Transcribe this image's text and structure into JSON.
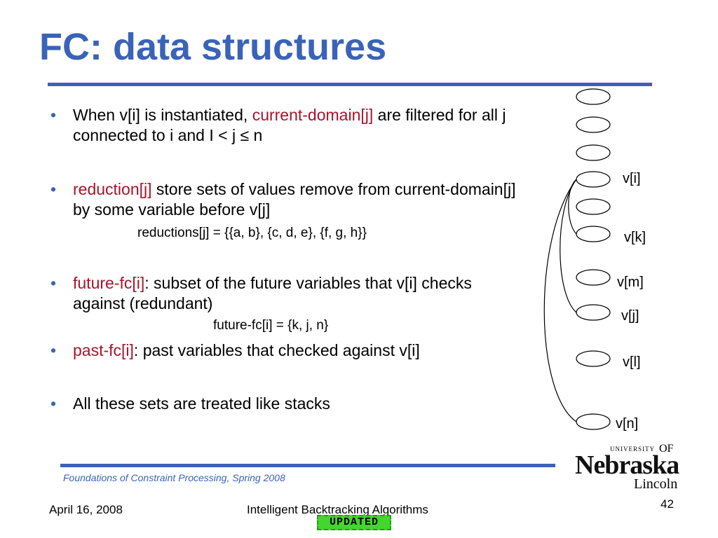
{
  "slide": {
    "title": "FC: data structures",
    "bullets": [
      {
        "parts": [
          {
            "text": "When v[i] is instantiated, ",
            "color": "black"
          },
          {
            "text": "current-domain[j]",
            "color": "red"
          },
          {
            "text": " are filtered for all j connected to i and I < j ≤ n",
            "color": "black"
          }
        ]
      },
      {
        "parts": [
          {
            "text": "reduction[j]",
            "color": "red"
          },
          {
            "text": " store sets of values remove from current-domain[j] by some variable before v[j]",
            "color": "black"
          }
        ],
        "sub": "reductions[j] = {{a, b}, {c, d, e}, {f, g, h}}"
      },
      {
        "parts": [
          {
            "text": "future-fc[i]",
            "color": "red"
          },
          {
            "text": ": subset of the future variables that v[i] checks against (redundant)",
            "color": "black"
          }
        ],
        "sub": "future-fc[i] = {k, j, n}"
      },
      {
        "parts": [
          {
            "text": "past-fc[i]",
            "color": "red"
          },
          {
            "text": ": past variables that checked against v[i]",
            "color": "black"
          }
        ]
      },
      {
        "parts": [
          {
            "text": "All these sets are treated like stacks",
            "color": "black"
          }
        ]
      }
    ]
  },
  "diagram": {
    "labels": [
      "v[i]",
      "v[k]",
      "v[m]",
      "v[j]",
      "v[l]",
      "v[n]"
    ]
  },
  "footer": {
    "course": "Foundations of Constraint Processing, Spring 2008",
    "date": "April 16, 2008",
    "talk": "Intelligent Backtracking Algorithms",
    "slide_number": "42",
    "badge": "UPDATED"
  },
  "logo": {
    "university": "UNIVERSITY",
    "of": "OF",
    "name": "Nebraska",
    "campus": "Lincoln"
  },
  "colors": {
    "title_blue": "#3a63b8",
    "accent_red": "#a8142a",
    "badge_green": "#43d62c"
  }
}
